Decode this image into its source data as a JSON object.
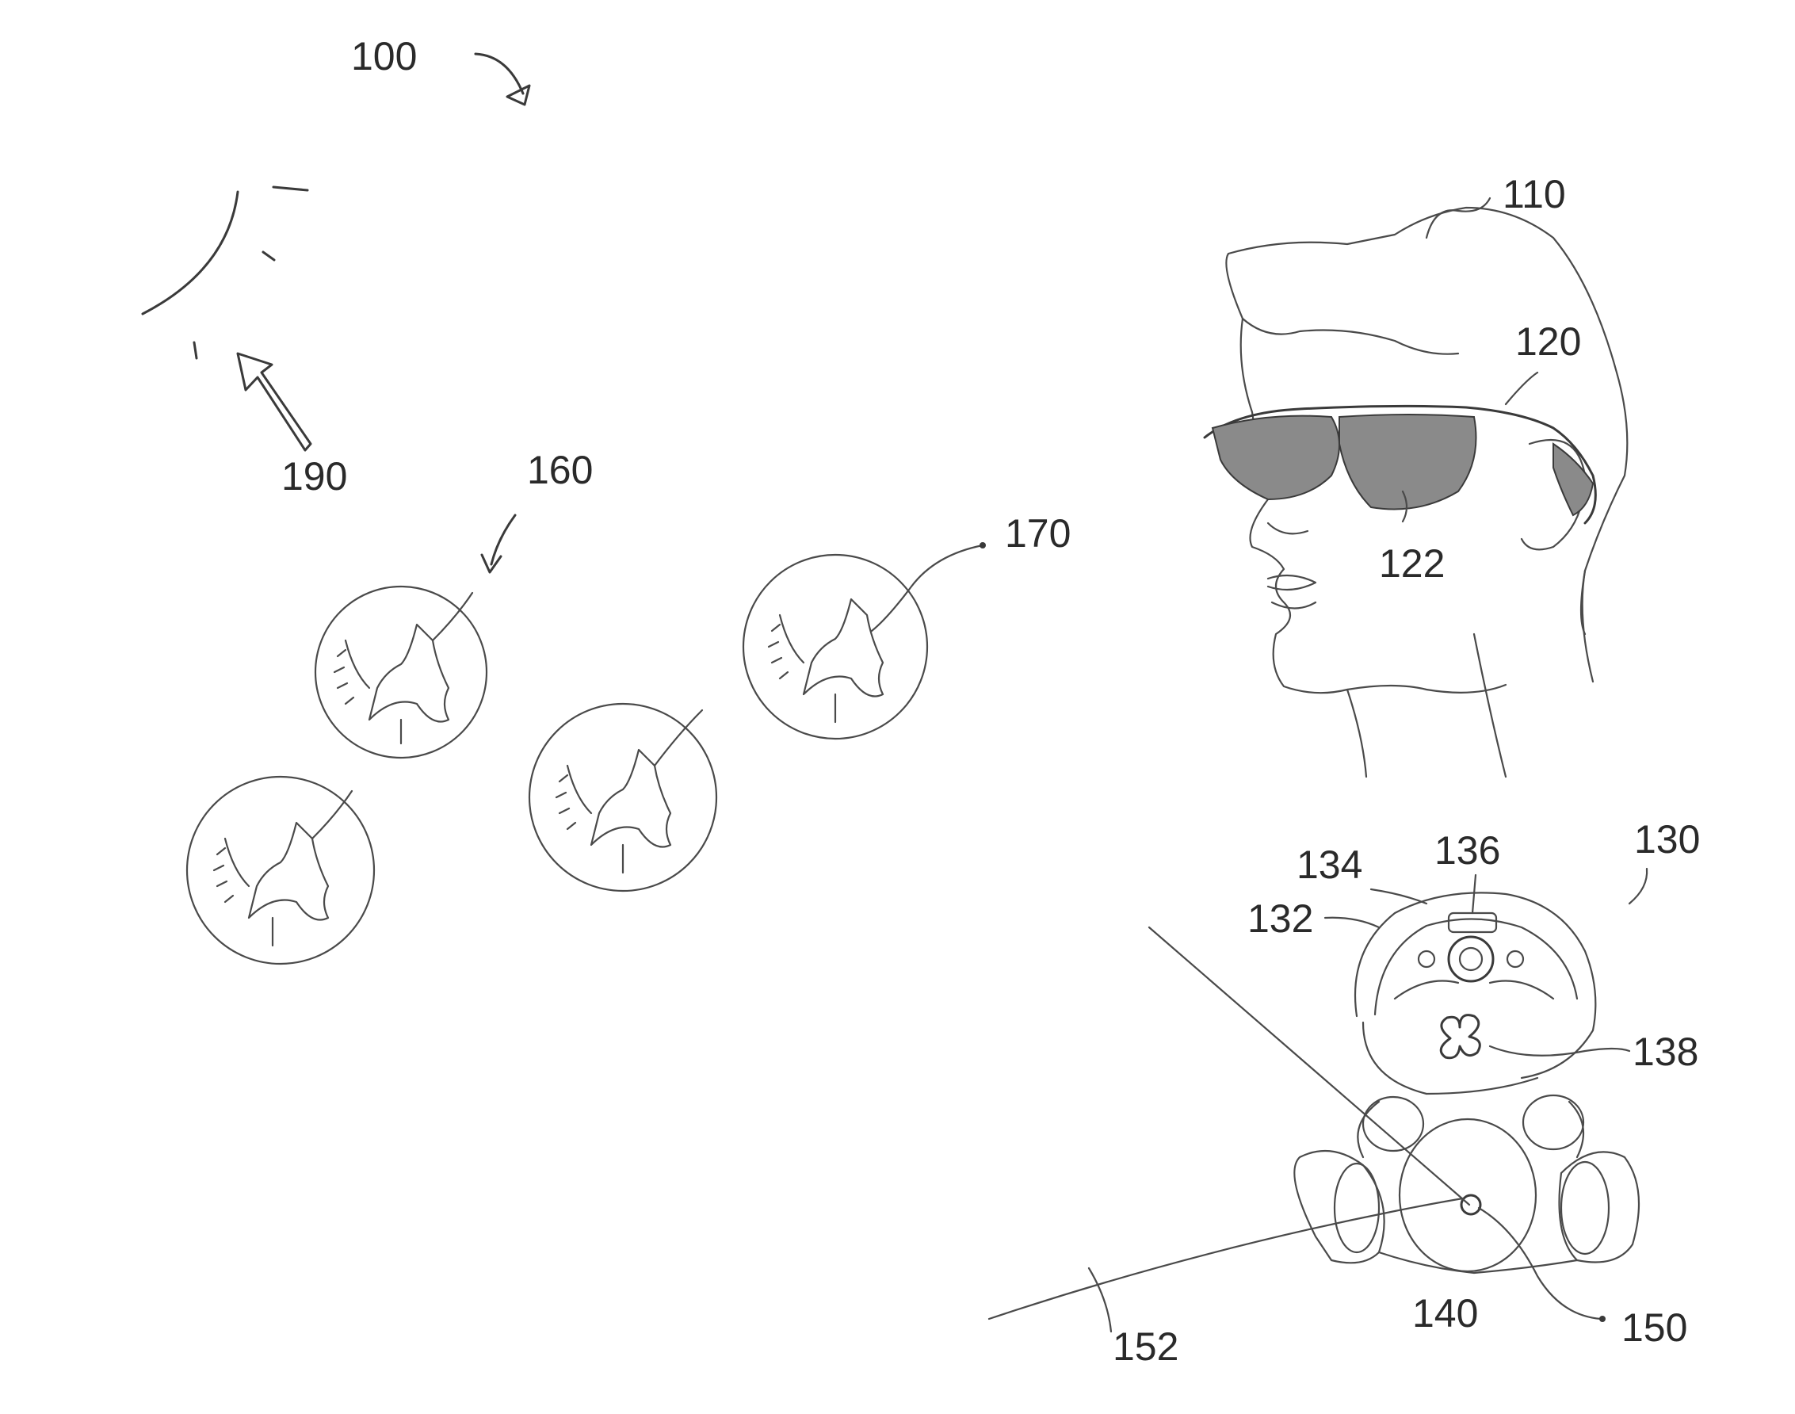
{
  "figure": {
    "reference_numerals": {
      "system": "100",
      "user": "110",
      "glasses": "120",
      "lens": "122",
      "toy": "130",
      "toy_part_132": "132",
      "toy_part_134": "134",
      "toy_part_136": "136",
      "toy_part_138": "138",
      "toy_belly": "140",
      "button": "150",
      "beam": "152",
      "virtual_objects": "160",
      "virtual_object": "170",
      "light_source": "190"
    }
  }
}
